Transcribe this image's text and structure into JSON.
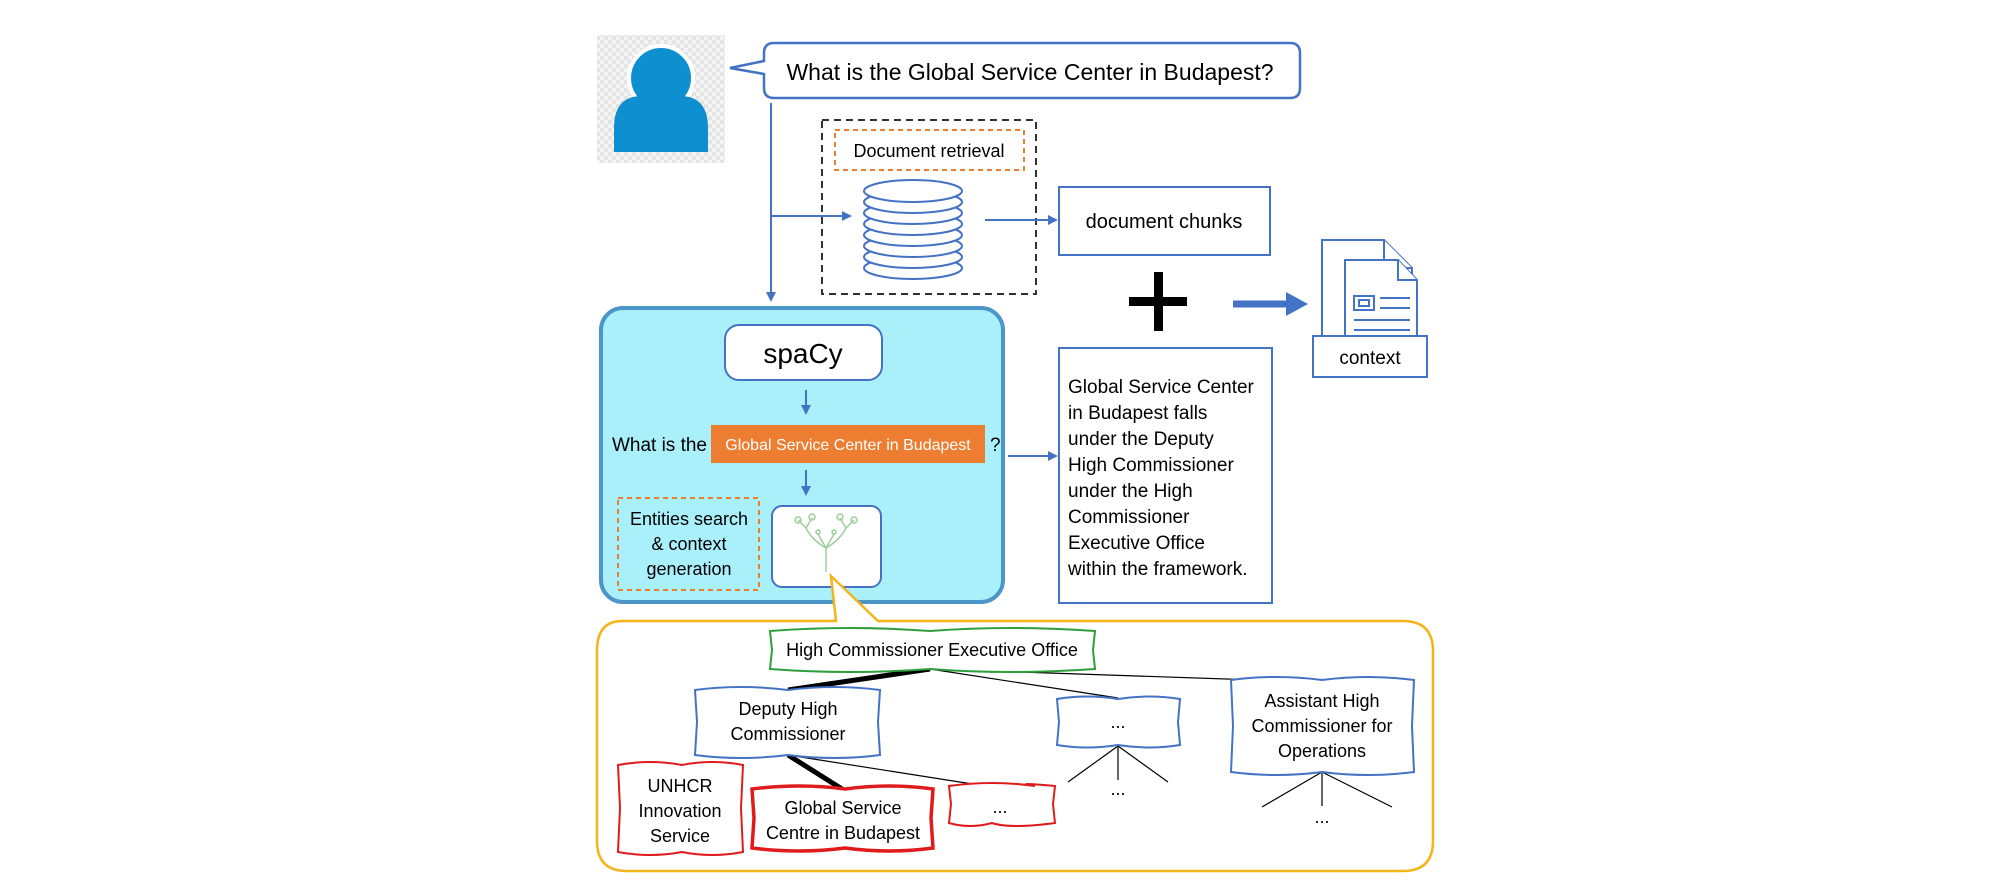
{
  "question": "What is the Global Service Center in Budapest?",
  "retrieval": {
    "label": "Document retrieval",
    "output": "document chunks"
  },
  "plus_symbol": "+",
  "context_label": "context",
  "spacy": {
    "label": "spaCy",
    "question_prefix": "What is the",
    "entity": "Global Service Center in Budapest",
    "question_suffix": "?",
    "entities_search": [
      "Entities search",
      "& context",
      "generation"
    ]
  },
  "generated_context": [
    "Global Service Center",
    "in Budapest falls",
    "under the Deputy",
    "High Commissioner",
    "under the High",
    "Commissioner",
    "Executive Office",
    "within the framework."
  ],
  "hierarchy": {
    "root": "High Commissioner Executive Office",
    "deputy": [
      "Deputy High",
      "Commissioner"
    ],
    "middle_ellipsis": "...",
    "assistant": [
      "Assistant High",
      "Commissioner for",
      "Operations"
    ],
    "unhcr": [
      "UNHCR",
      "Innovation",
      "Service"
    ],
    "gsc": [
      "Global Service",
      "Centre in Budapest"
    ],
    "leaf_ellipsis": "...",
    "sub_ellipsis_middle": "...",
    "sub_ellipsis_right": "..."
  },
  "colors": {
    "blue": "#4472c4",
    "orange": "#ed7d31",
    "light_cyan": "#a9f0fb",
    "cyan_border": "#4b95c9",
    "yellow": "#f4b41a",
    "green": "#2e9e3c",
    "red": "#e01b1b",
    "user_icon": "#0e8fcf",
    "user_bg": "#ebebeb"
  }
}
